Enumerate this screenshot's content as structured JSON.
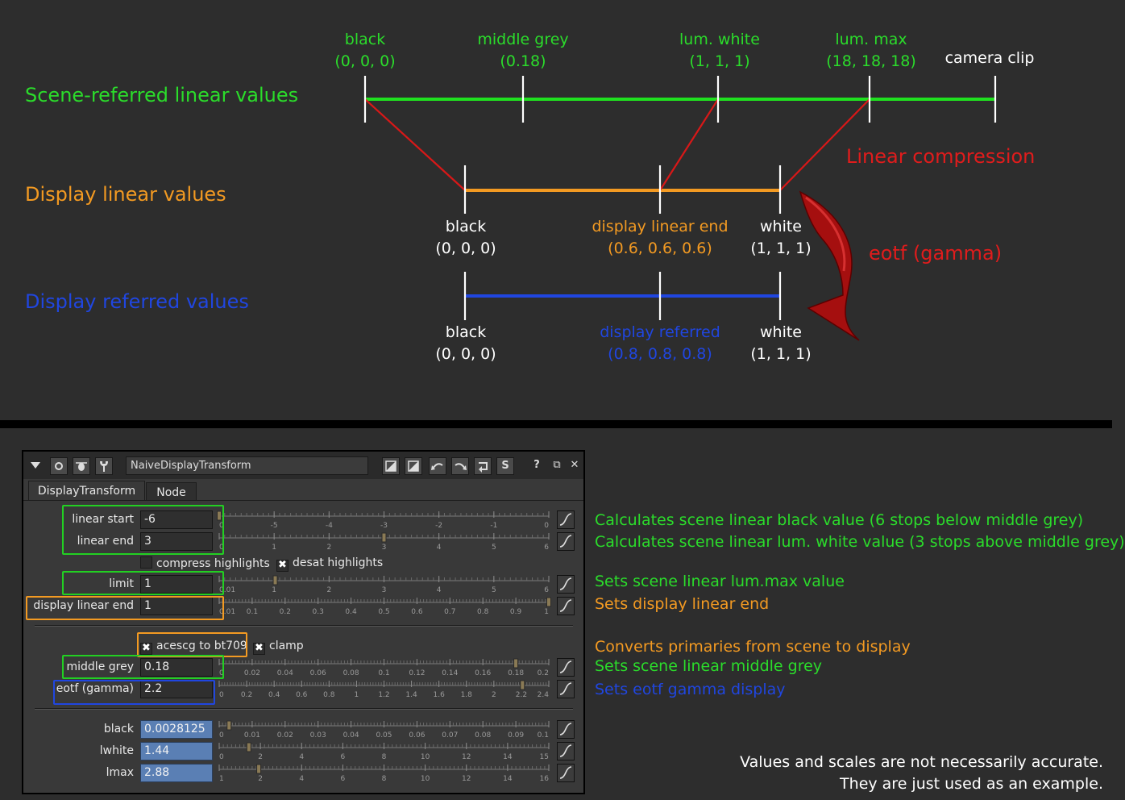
{
  "diagram": {
    "row_titles": {
      "scene": "Scene-referred linear values",
      "display_linear": "Display linear values",
      "display_referred": "Display referred values"
    },
    "scene_markers": [
      {
        "name": "black",
        "value": "(0, 0, 0)"
      },
      {
        "name": "middle grey",
        "value": "(0.18)"
      },
      {
        "name": "lum. white",
        "value": "(1, 1, 1)"
      },
      {
        "name": "lum. max",
        "value": "(18, 18, 18)"
      },
      {
        "name": "camera clip",
        "value": ""
      }
    ],
    "display_linear_markers": [
      {
        "name": "black",
        "value": "(0, 0, 0)"
      },
      {
        "name": "display linear end",
        "value": "(0.6, 0.6, 0.6)"
      },
      {
        "name": "white",
        "value": "(1, 1, 1)"
      }
    ],
    "display_referred_markers": [
      {
        "name": "black",
        "value": "(0, 0, 0)"
      },
      {
        "name": "display referred",
        "value": "(0.8, 0.8, 0.8)"
      },
      {
        "name": "white",
        "value": "(1, 1, 1)"
      }
    ],
    "annotations": {
      "compression": "Linear compression",
      "eotf": "eotf (gamma)"
    },
    "colors": {
      "green": "#2bdc2b",
      "orange": "#f39a22",
      "blue": "#2046e0",
      "red": "#e01c1c"
    }
  },
  "panel": {
    "node_name": "NaiveDisplayTransform",
    "header_icons": [
      "collapse-icon",
      "circle-icon",
      "bug-icon",
      "wrench-icon",
      "diagonal-icon",
      "diagonal-icon",
      "undo-icon",
      "redo-icon",
      "revert-icon",
      "s-icon",
      "help-icon",
      "float-icon",
      "close-icon"
    ],
    "header_glyphs": {
      "help": "?",
      "float": "⧉",
      "close": "✕",
      "s": "S"
    },
    "tabs": [
      "DisplayTransform",
      "Node"
    ],
    "knobs": {
      "linear_start": {
        "label": "linear start",
        "value": "-6",
        "ticks": [
          "0",
          "-5",
          "-4",
          "-3",
          "-2",
          "-1",
          "0"
        ],
        "position": 0.0
      },
      "linear_end": {
        "label": "linear end",
        "value": "3",
        "ticks": [
          "0",
          "1",
          "2",
          "3",
          "4",
          "5",
          "6"
        ],
        "position": 0.5
      },
      "compress_highlights": {
        "label": "compress highlights",
        "checked": false
      },
      "desat_highlights": {
        "label": "desat highlights",
        "checked": true
      },
      "limit": {
        "label": "limit",
        "value": "1",
        "ticks": [
          "0.01",
          "1",
          "2",
          "3",
          "4",
          "5",
          "6"
        ],
        "position": 0.17
      },
      "display_linear_end": {
        "label": "display linear end",
        "value": "1",
        "ticks": [
          "0.01",
          "0.1",
          "0.2",
          "0.3",
          "0.4",
          "0.5",
          "0.6",
          "0.7",
          "0.8",
          "0.9",
          "1"
        ],
        "position": 1.0
      },
      "acescg_to_bt709": {
        "label": "acescg to bt709",
        "checked": true
      },
      "clamp": {
        "label": "clamp",
        "checked": true
      },
      "middle_grey": {
        "label": "middle grey",
        "value": "0.18",
        "ticks": [
          "0",
          "0.02",
          "0.04",
          "0.06",
          "0.08",
          "0.1",
          "0.12",
          "0.14",
          "0.16",
          "0.18",
          "0.2"
        ],
        "position": 0.9
      },
      "eotf": {
        "label": "eotf (gamma)",
        "value": "2.2",
        "ticks": [
          "0",
          "0.2",
          "0.4",
          "0.6",
          "0.8",
          "1",
          "1.2",
          "1.4",
          "1.6",
          "1.8",
          "2",
          "2.2",
          "2.4"
        ],
        "position": 0.92
      },
      "black": {
        "label": "black",
        "value": "0.0028125",
        "ticks": [
          "0",
          "0.01",
          "0.02",
          "0.03",
          "0.04",
          "0.05",
          "0.06",
          "0.07",
          "0.08",
          "0.09",
          "0.1"
        ],
        "position": 0.03
      },
      "lwhite": {
        "label": "lwhite",
        "value": "1.44",
        "ticks": [
          "0",
          "2",
          "4",
          "6",
          "8",
          "10",
          "12",
          "14",
          "15"
        ],
        "position": 0.09
      },
      "lmax": {
        "label": "lmax",
        "value": "2.88",
        "ticks": [
          "1",
          "2",
          "4",
          "6",
          "8",
          "10",
          "12",
          "14",
          "16"
        ],
        "position": 0.12
      }
    }
  },
  "descriptions": [
    "Calculates scene linear black value (6 stops below middle grey)",
    "Calculates scene linear lum. white value (3 stops above middle grey)",
    "Sets scene linear lum.max value",
    "Sets display linear end",
    "Converts primaries from scene to display",
    "Sets scene linear middle grey",
    "Sets eotf gamma display"
  ],
  "disclaimer": [
    "Values and scales are not necessarily accurate.",
    "They are just used as an example."
  ]
}
